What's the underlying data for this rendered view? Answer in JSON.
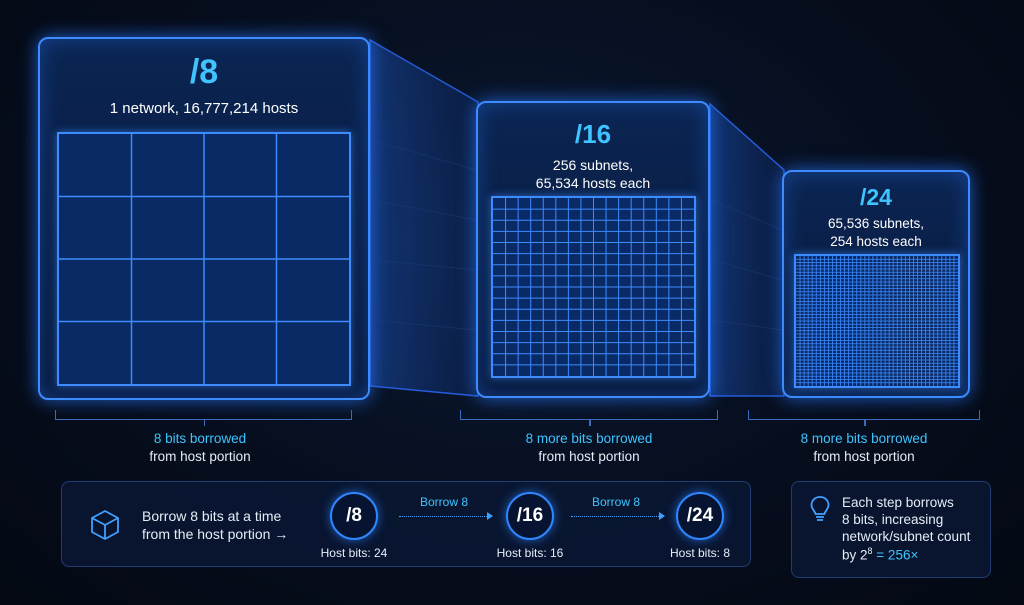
{
  "panels": [
    {
      "prefix": "/8",
      "line1": "1 network, 16,777,214 hosts",
      "line2": "",
      "grid_divisions": 4
    },
    {
      "prefix": "/16",
      "line1": "256 subnets,",
      "line2": "65,534 hosts each",
      "grid_divisions": 16
    },
    {
      "prefix": "/24",
      "line1": "65,536 subnets,",
      "line2": "254 hosts each",
      "grid_divisions": 40
    }
  ],
  "braces": [
    {
      "highlight": "8 bits borrowed",
      "text": "from host portion"
    },
    {
      "highlight": "8 more bits borrowed",
      "text": "from host portion"
    },
    {
      "highlight": "8 more bits borrowed",
      "text": "from host portion"
    }
  ],
  "flow": {
    "icon": "cube-icon",
    "text_line1": "Borrow 8 bits at a time",
    "text_line2": "from the host portion →",
    "steps": [
      {
        "label": "/8",
        "host_bits": "Host bits: 24"
      },
      {
        "label": "/16",
        "host_bits": "Host bits: 16"
      },
      {
        "label": "/24",
        "host_bits": "Host bits: 8"
      }
    ],
    "arrow_labels": [
      "Borrow 8",
      "Borrow 8"
    ]
  },
  "tip": {
    "icon": "lightbulb-icon",
    "line1": "Each step borrows",
    "line2": "8 bits, increasing",
    "line3": "network/subnet count",
    "line4_prefix": "by 2",
    "line4_sup": "8",
    "line4_suffix": " = 256×"
  },
  "colors": {
    "accent": "#3fc4ff",
    "border": "#3d8bff",
    "background": "#060d1c"
  }
}
